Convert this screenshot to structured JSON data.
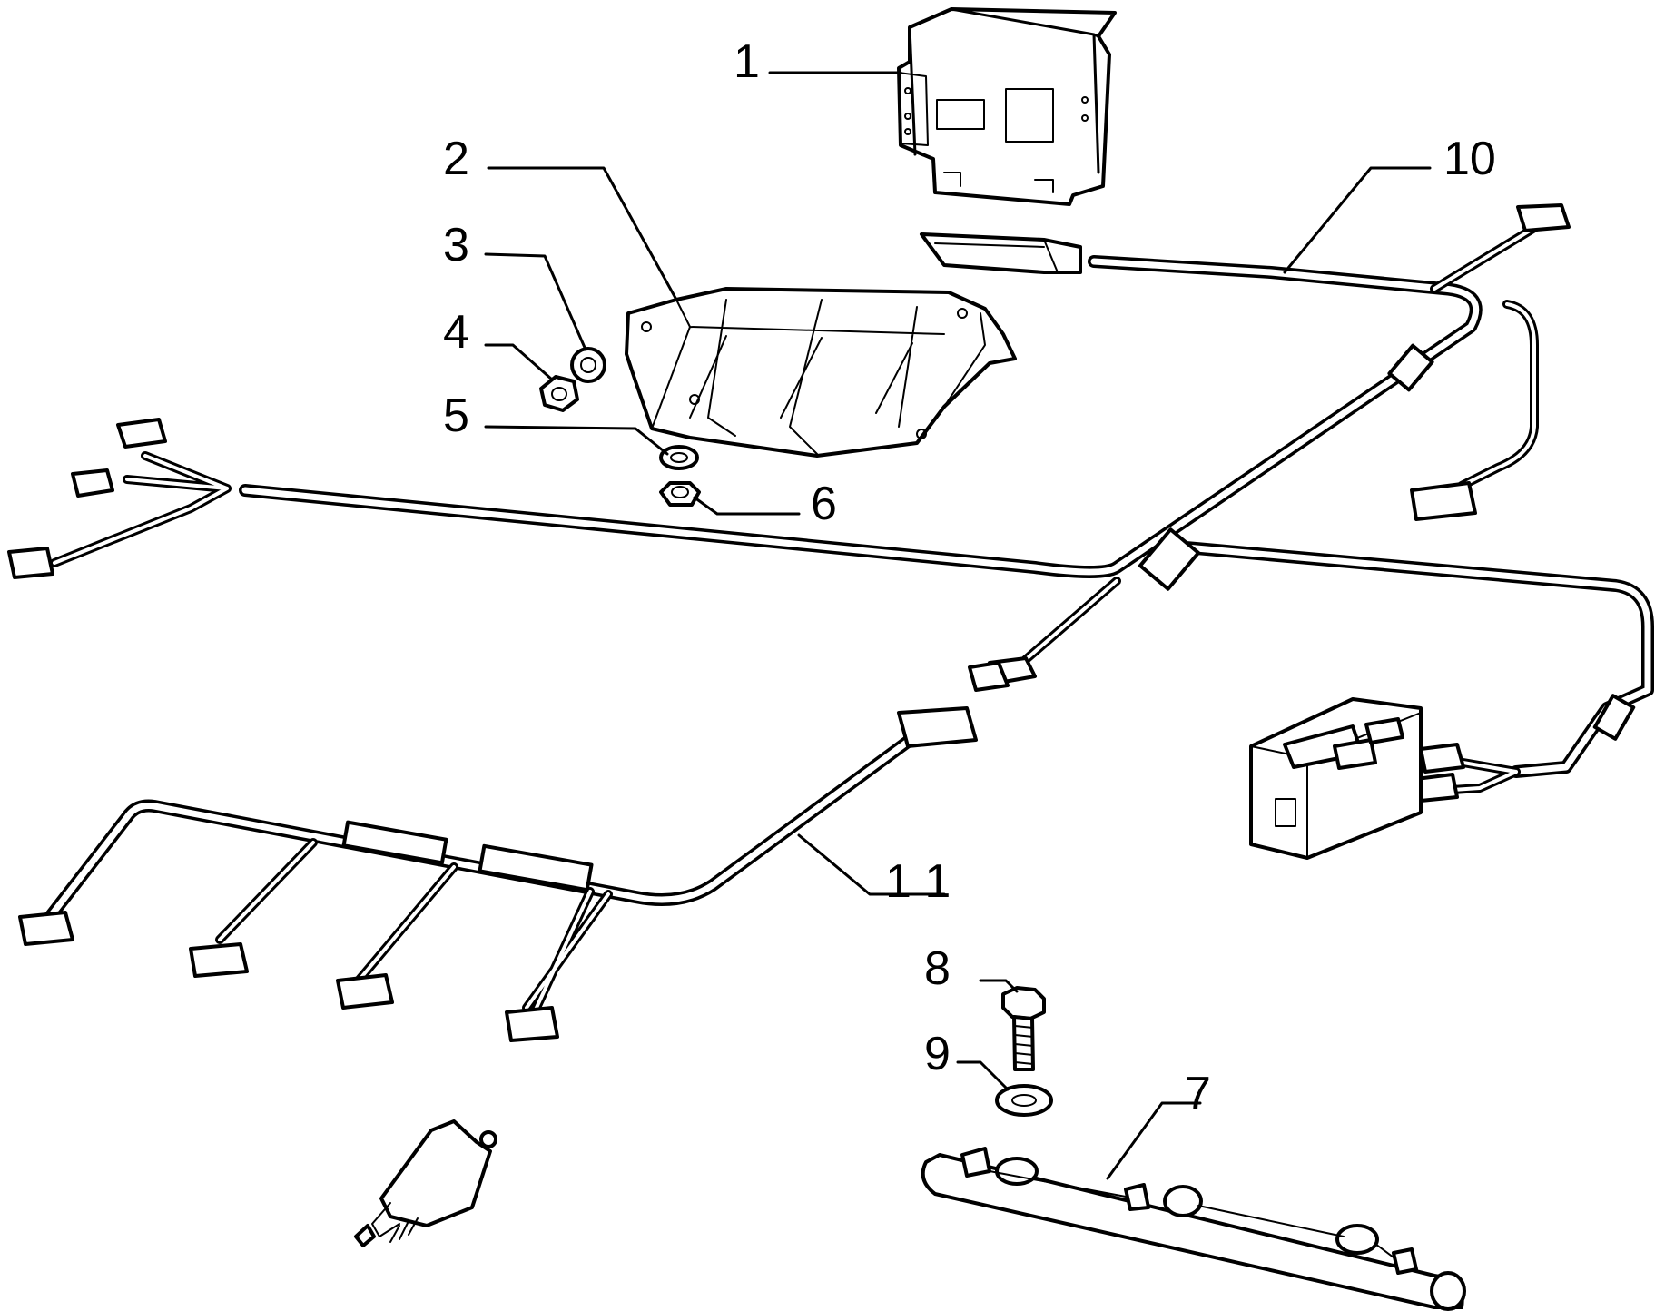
{
  "diagram": {
    "callouts": [
      {
        "id": "1",
        "label": "1"
      },
      {
        "id": "2",
        "label": "2"
      },
      {
        "id": "3",
        "label": "3"
      },
      {
        "id": "4",
        "label": "4"
      },
      {
        "id": "5",
        "label": "5"
      },
      {
        "id": "6",
        "label": "6"
      },
      {
        "id": "7",
        "label": "7"
      },
      {
        "id": "8",
        "label": "8"
      },
      {
        "id": "9",
        "label": "9"
      },
      {
        "id": "10",
        "label": "10"
      },
      {
        "id": "11",
        "label": "1 1"
      }
    ]
  }
}
